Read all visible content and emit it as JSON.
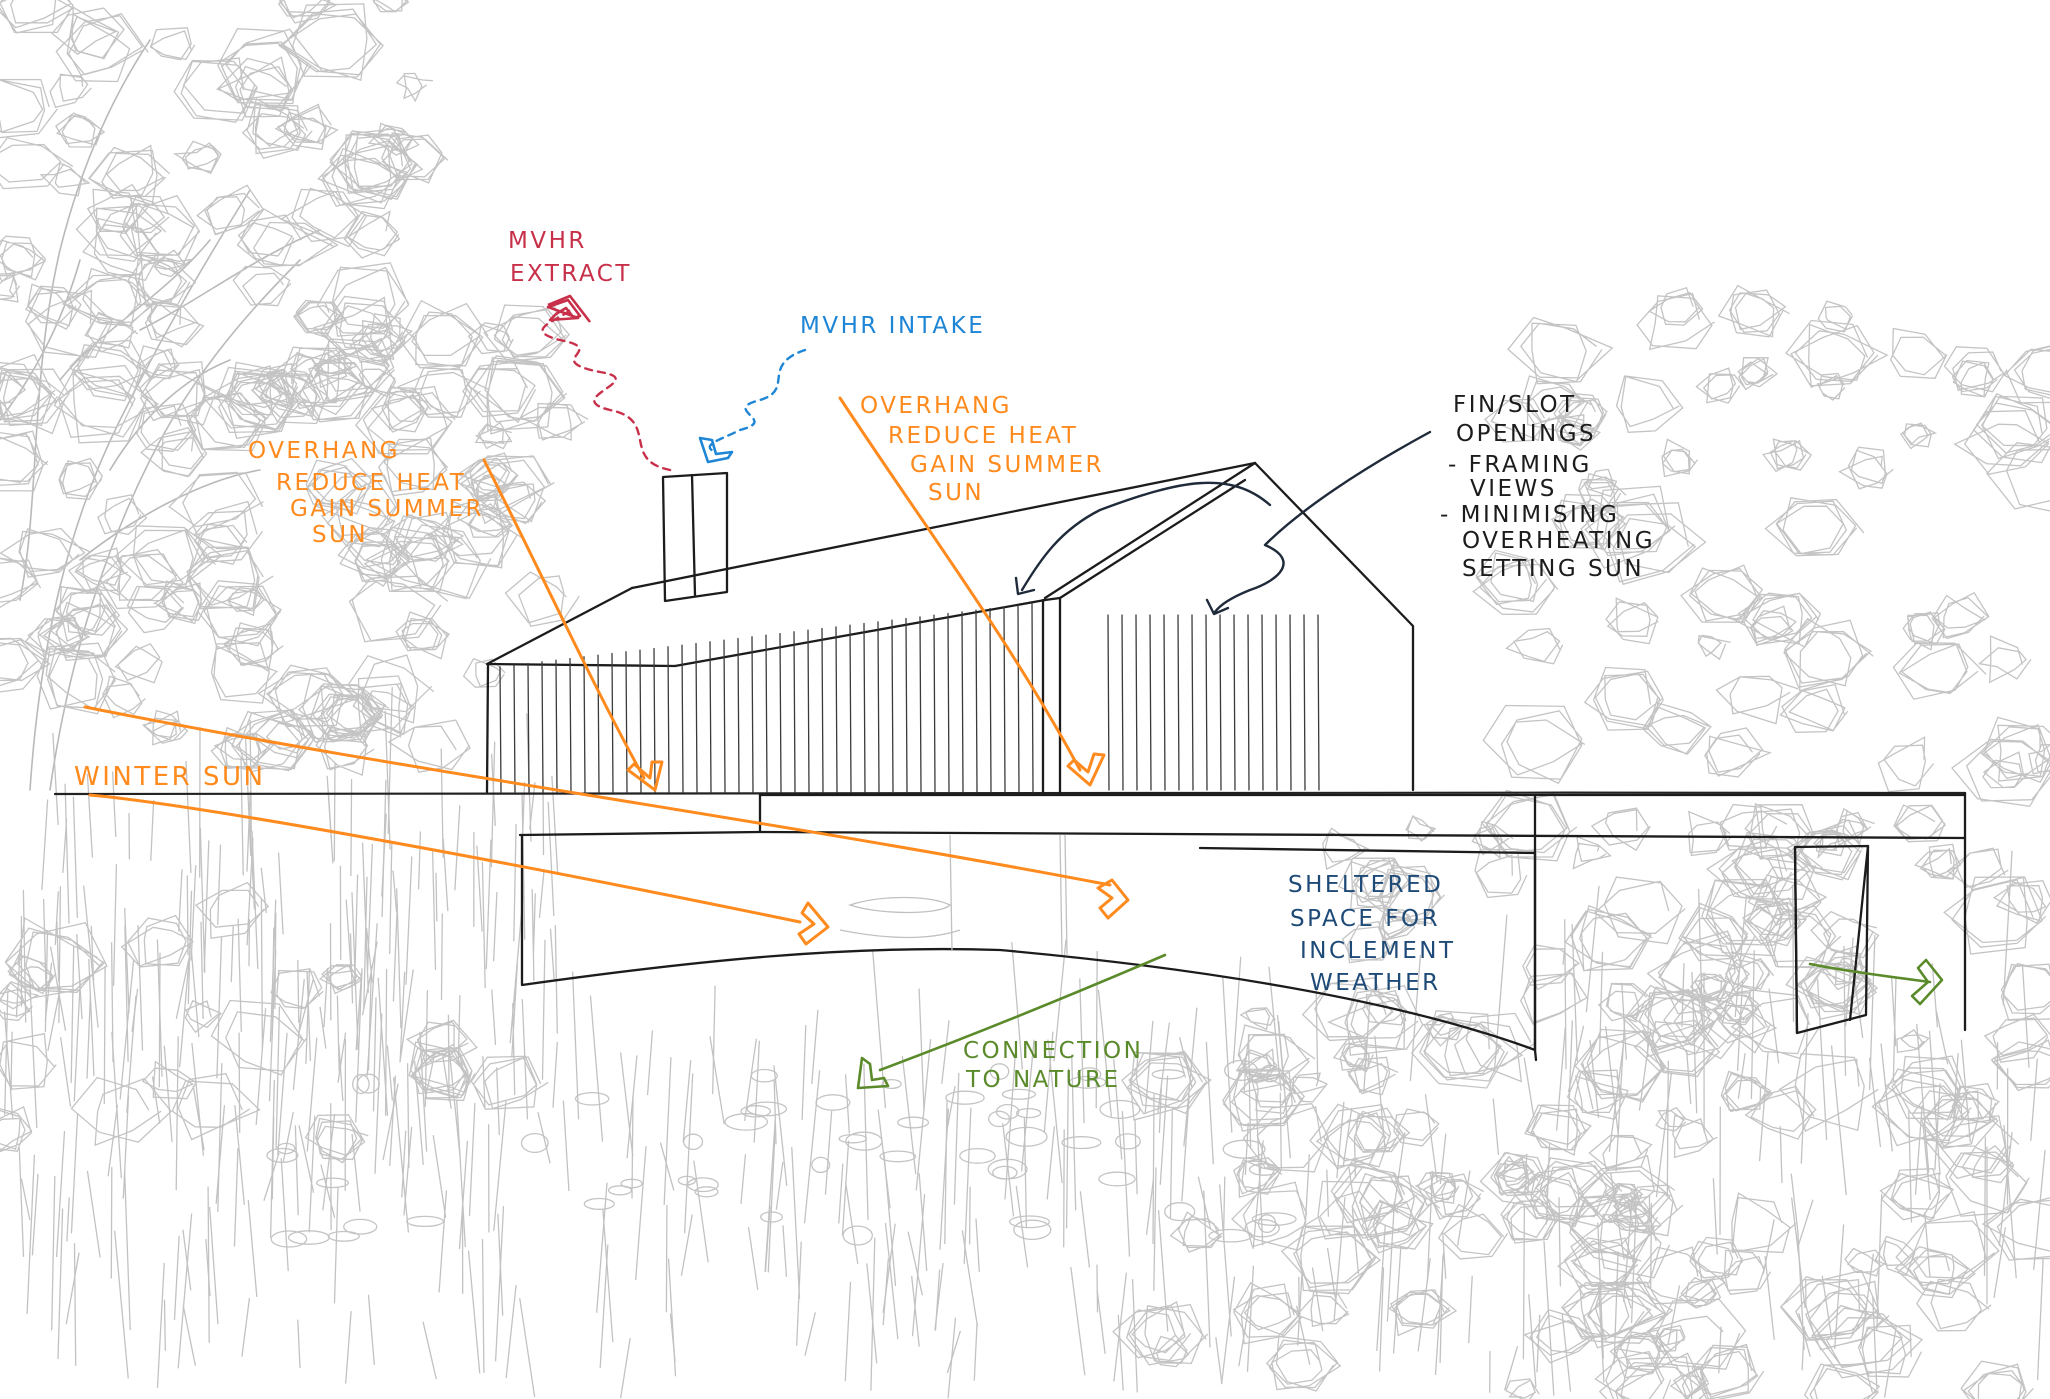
{
  "colors": {
    "pencil": "#b5b5b5",
    "ink": "#1c1c1c",
    "sun": "#ff8a1e",
    "extract": "#c8304a",
    "intake": "#1f86d6",
    "nature": "#5a8a2a",
    "sheltered": "#1e4a78",
    "fins": "#1f2a3a"
  },
  "annotations": {
    "mvhr_extract": {
      "line1": "MVHR",
      "line2": "EXTRACT"
    },
    "mvhr_intake": {
      "line1": "MVHR INTAKE"
    },
    "overhang_left": {
      "line1": "OVERHANG",
      "line2": "REDUCE HEAT",
      "line3": "GAIN SUMMER",
      "line4": "SUN"
    },
    "overhang_right": {
      "line1": "OVERHANG",
      "line2": "REDUCE HEAT",
      "line3": "GAIN SUMMER",
      "line4": "SUN"
    },
    "fin_slot": {
      "line1": "FIN/SLOT",
      "line2": "OPENINGS",
      "line3": "- FRAMING",
      "line4": "VIEWS",
      "line5": "- MINIMISING",
      "line6": "OVERHEATING",
      "line7": "SETTING SUN"
    },
    "winter_sun": {
      "line1": "WINTER SUN"
    },
    "sheltered": {
      "line1": "SHELTERED",
      "line2": "SPACE FOR",
      "line3": "INCLEMENT",
      "line4": "WEATHER"
    },
    "connection": {
      "line1": "CONNECTION",
      "line2": "TO NATURE"
    }
  }
}
